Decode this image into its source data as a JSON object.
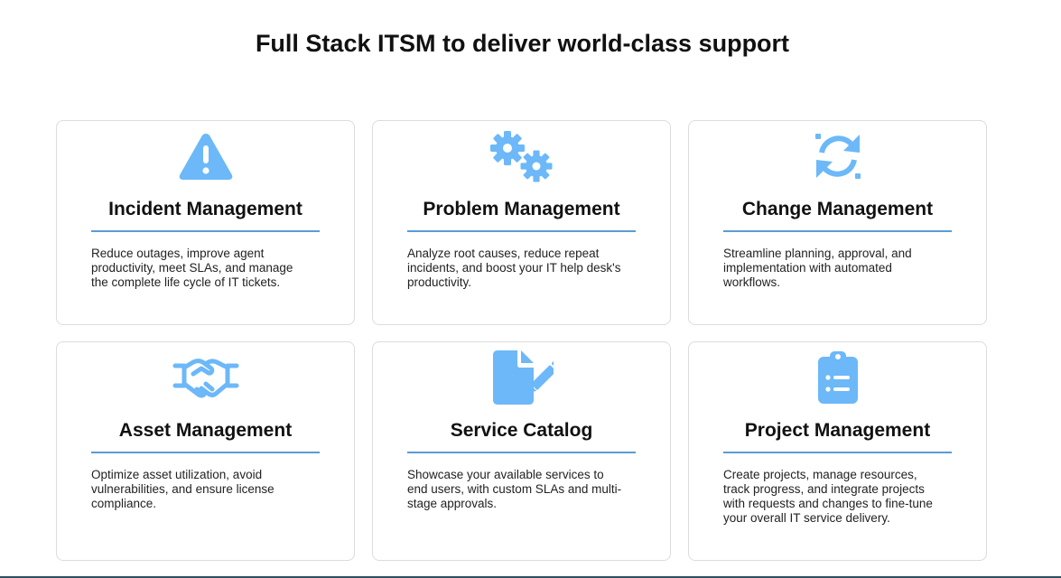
{
  "page": {
    "title": "Full Stack ITSM to deliver world-class support"
  },
  "colors": {
    "icon": "#6cb8f8",
    "title_underline": "#5b9bd5",
    "card_border": "#dcdcdc"
  },
  "cards": [
    {
      "icon": "warning-icon",
      "title": "Incident Management",
      "description": "Reduce outages, improve agent productivity, meet SLAs, and manage the complete life cycle of IT tickets."
    },
    {
      "icon": "gears-icon",
      "title": "Problem Management",
      "description": "Analyze root causes, reduce repeat incidents, and boost your IT help desk's productivity."
    },
    {
      "icon": "sync-icon",
      "title": "Change Management",
      "description": "Streamline planning, approval, and implementation with automated workflows."
    },
    {
      "icon": "handshake-icon",
      "title": "Asset Management",
      "description": "Optimize asset utilization, avoid vulnerabilities, and ensure license compliance."
    },
    {
      "icon": "file-signature-icon",
      "title": "Service Catalog",
      "description": "Showcase your available services to end users, with custom SLAs and multi-stage approvals."
    },
    {
      "icon": "clipboard-list-icon",
      "title": "Project Management",
      "description": "Create projects, manage resources, track progress, and integrate projects with requests and changes to fine-tune your overall IT service delivery."
    }
  ]
}
